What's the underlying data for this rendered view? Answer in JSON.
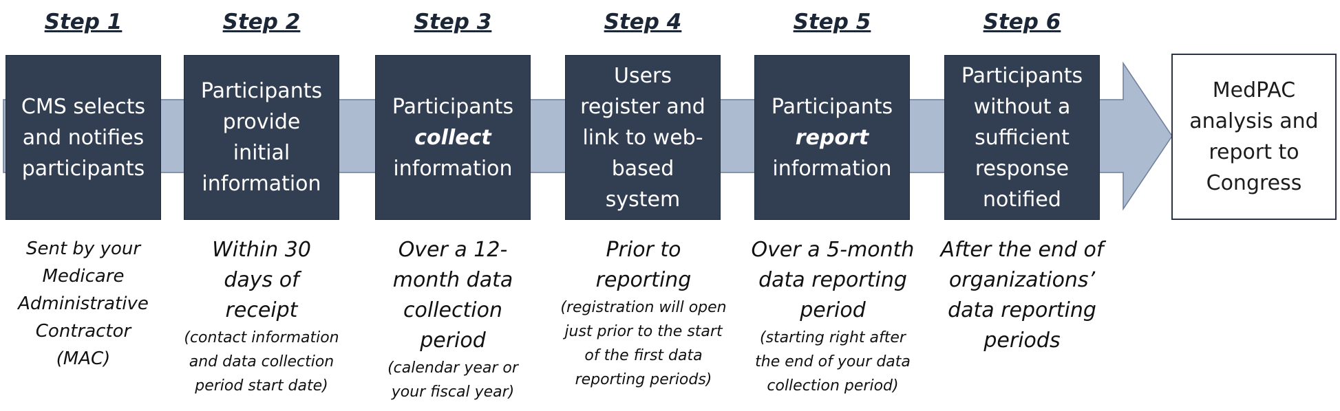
{
  "colors": {
    "box_fill": "#323e51",
    "arrow_fill": "#acbbd0",
    "arrow_stroke": "#6d7d99",
    "heading_text": "#1b2636"
  },
  "steps": [
    {
      "heading": "Step 1",
      "box_lines": [
        {
          "pre": "CMS selects",
          "em": "",
          "post": ""
        },
        {
          "pre": "and notifies",
          "em": "",
          "post": ""
        },
        {
          "pre": "participants",
          "em": "",
          "post": ""
        }
      ],
      "note_main": "Sent by your Medicare Administrative Contractor (MAC)",
      "note_sub": ""
    },
    {
      "heading": "Step 2",
      "box_lines": [
        {
          "pre": "Participants",
          "em": "",
          "post": ""
        },
        {
          "pre": "provide",
          "em": "",
          "post": ""
        },
        {
          "pre": "initial",
          "em": "",
          "post": ""
        },
        {
          "pre": "information",
          "em": "",
          "post": ""
        }
      ],
      "note_main": "Within 30 days of receipt",
      "note_sub": "(contact information and data collection period start date)"
    },
    {
      "heading": "Step 3",
      "box_lines": [
        {
          "pre": "Participants",
          "em": "",
          "post": ""
        },
        {
          "pre": "",
          "em": "collect",
          "post": ""
        },
        {
          "pre": "information",
          "em": "",
          "post": ""
        }
      ],
      "note_main": "Over a 12-month data collection period",
      "note_sub": "(calendar year or your fiscal year)"
    },
    {
      "heading": "Step 4",
      "box_lines": [
        {
          "pre": "Users",
          "em": "",
          "post": ""
        },
        {
          "pre": "register and",
          "em": "",
          "post": ""
        },
        {
          "pre": "link to web-",
          "em": "",
          "post": ""
        },
        {
          "pre": "based",
          "em": "",
          "post": ""
        },
        {
          "pre": "system",
          "em": "",
          "post": ""
        }
      ],
      "note_main": "Prior to reporting",
      "note_sub": "(registration will open just prior to the start of the first data reporting periods)"
    },
    {
      "heading": "Step 5",
      "box_lines": [
        {
          "pre": "Participants",
          "em": "",
          "post": ""
        },
        {
          "pre": "",
          "em": "report",
          "post": ""
        },
        {
          "pre": "information",
          "em": "",
          "post": ""
        }
      ],
      "note_main": "Over a 5-month data reporting period",
      "note_sub": "(starting right after the end of your data collection period)"
    },
    {
      "heading": "Step 6",
      "box_lines": [
        {
          "pre": "Participants",
          "em": "",
          "post": ""
        },
        {
          "pre": "without a",
          "em": "",
          "post": ""
        },
        {
          "pre": "sufficient",
          "em": "",
          "post": ""
        },
        {
          "pre": "response",
          "em": "",
          "post": ""
        },
        {
          "pre": "notified",
          "em": "",
          "post": ""
        }
      ],
      "note_main": "After the end of organizations’ data reporting periods",
      "note_sub": ""
    }
  ],
  "final_box": {
    "lines": [
      "MedPAC",
      "analysis and",
      "report to",
      "Congress"
    ]
  }
}
